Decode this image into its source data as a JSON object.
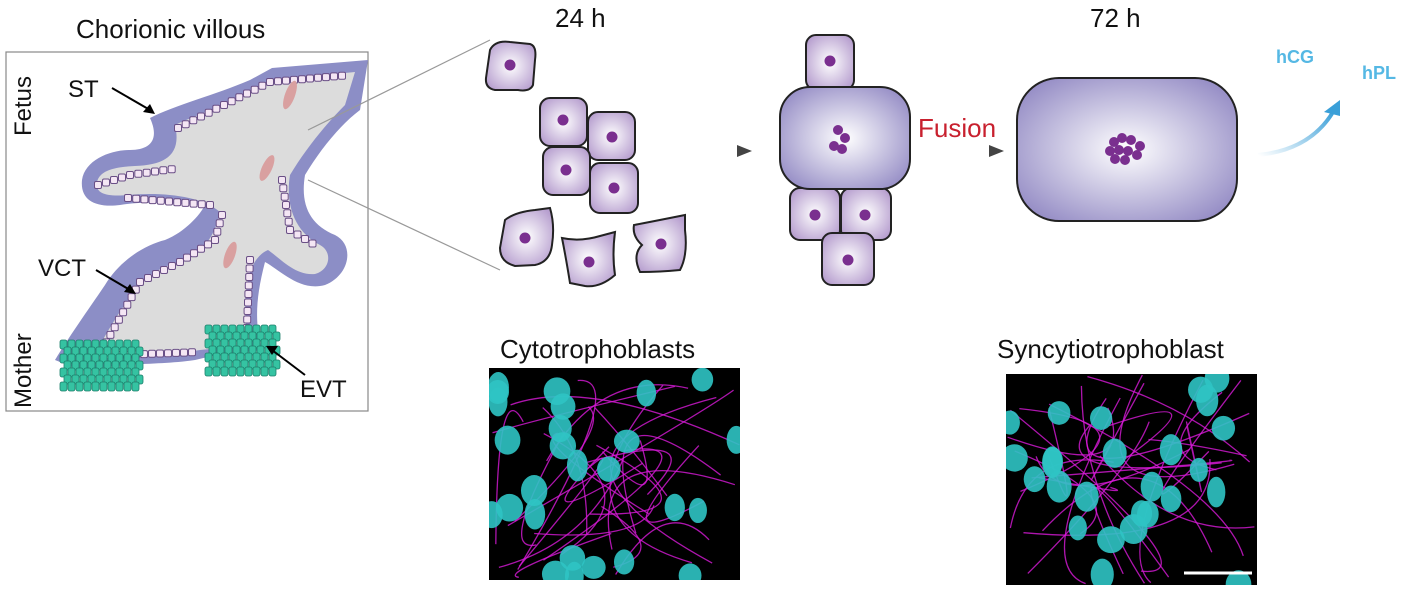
{
  "villous": {
    "title": "Chorionic villous",
    "side_top": "Fetus",
    "side_bottom": "Mother",
    "labels": {
      "st": "ST",
      "vct": "VCT",
      "evt": "EVT"
    }
  },
  "timeline": {
    "t1": "24 h",
    "t2": "72 h",
    "fusion": "Fusion"
  },
  "hormones": {
    "a": "hCG",
    "b": "hPL"
  },
  "micrographs": {
    "left_title": "Cytotrophoblasts",
    "right_title": "Syncytiotrophoblast"
  },
  "colors": {
    "membrane": "#8c8ec6",
    "stroma": "#dcdcdc",
    "cell_fill": "#c9b5d9",
    "nucleus": "#7a2f8f",
    "evt": "#35c3a2",
    "fusion_text": "#c8202e",
    "hormone_arrow": "#55b8e4",
    "nuclei_stain": "#2fc4c4",
    "actin_stain": "#e020e0"
  }
}
